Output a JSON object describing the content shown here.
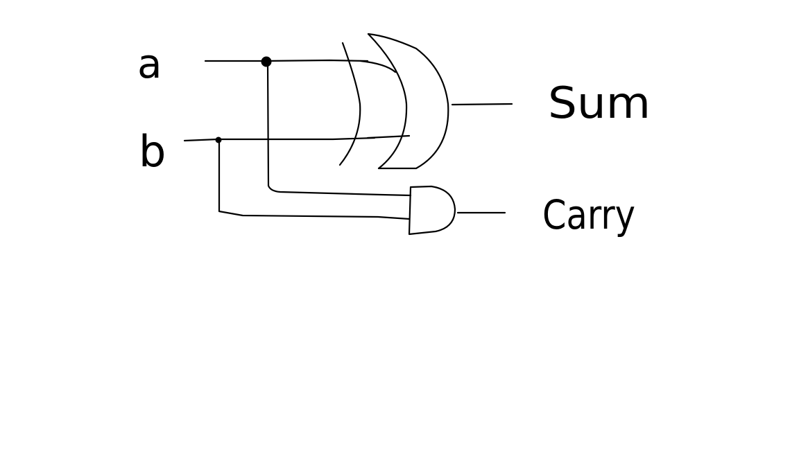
{
  "labels": {
    "input_a": "a",
    "input_b": "b",
    "output_sum": "Sum",
    "output_carry": "Carry"
  },
  "gates": {
    "xor_gate": "xor-gate-icon",
    "and_gate": "and-gate-icon"
  },
  "colors": {
    "background": "#ffffff",
    "ink": "#000000"
  }
}
